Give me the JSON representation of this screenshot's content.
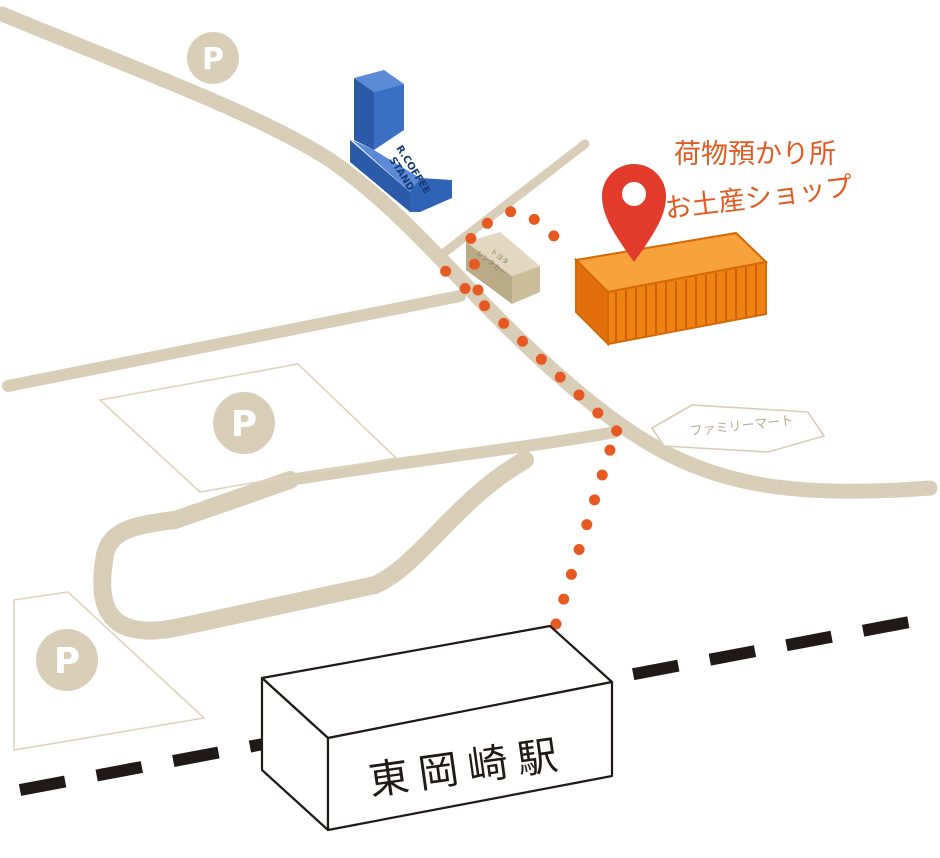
{
  "colors": {
    "road": "#d8ceb8",
    "parking_lot_outline": "#ddd3bd",
    "parking_badge_bg": "#d8ceb8",
    "parking_badge_text": "#ffffff",
    "route": "#e65a22",
    "pin": "#e23b2b",
    "shop_orange": "#ef8312",
    "coffee_blue": "#2f63b6",
    "rental_car_tan": "#cbbd9a",
    "rail": "#1f1a17",
    "station_stroke": "#1f1a17"
  },
  "parking": {
    "label": "P"
  },
  "coffee_stand": {
    "label_line1": "R.COFFEE",
    "label_line2": "STAND"
  },
  "rental_car": {
    "label_line1": "トヨタ",
    "label_line2": "レンタカー"
  },
  "luggage_shop": {
    "icon": "map-pin-icon",
    "label_line1": "荷物預かり所",
    "label_line2": "お土産ショップ"
  },
  "convenience_store": {
    "label": "ファミリーマート"
  },
  "station": {
    "name": "東岡崎駅"
  }
}
